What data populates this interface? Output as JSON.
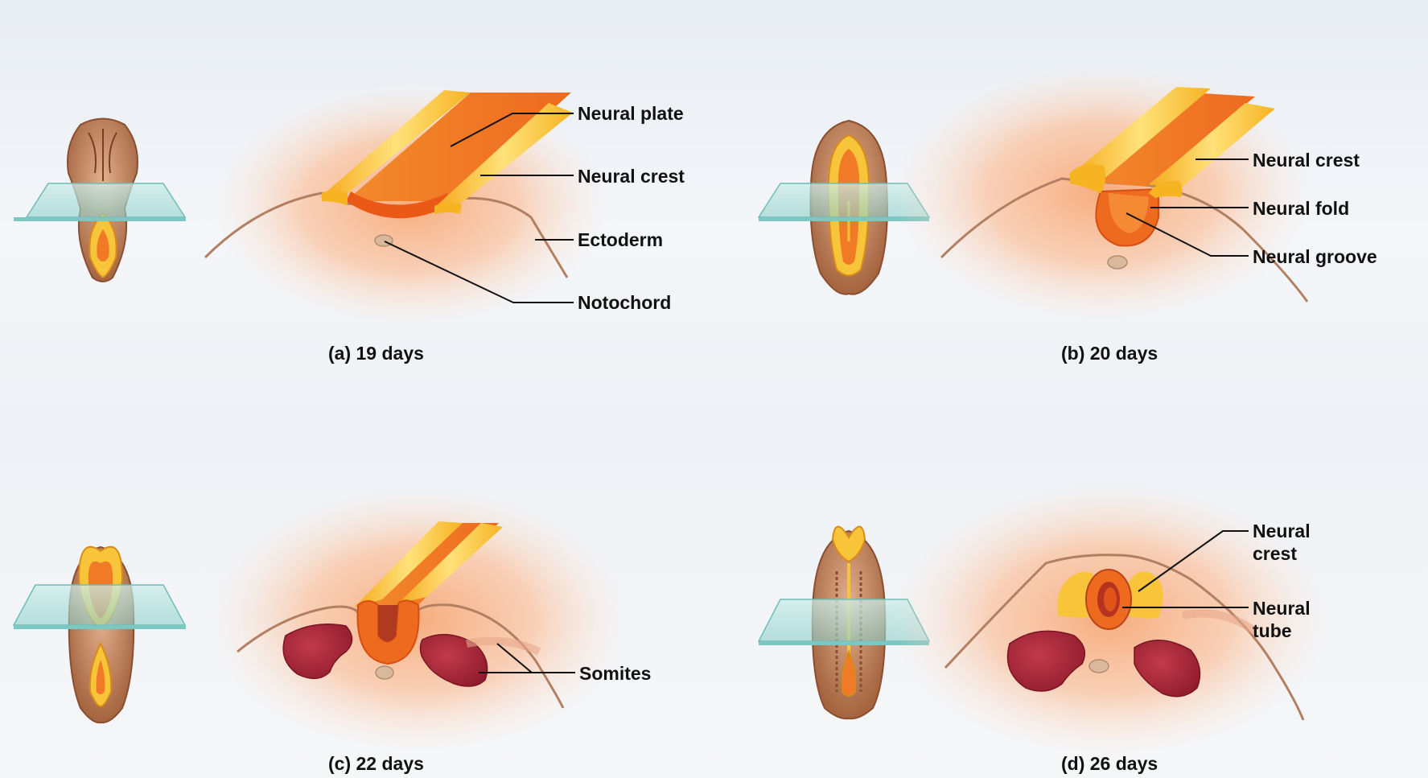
{
  "panels": [
    {
      "caption": "(a) 19 days",
      "labels": {
        "neural_plate": "Neural plate",
        "neural_crest": "Neural crest",
        "ectoderm": "Ectoderm",
        "notochord": "Notochord"
      }
    },
    {
      "caption": "(b) 20 days",
      "labels": {
        "neural_crest": "Neural crest",
        "neural_fold": "Neural fold",
        "neural_groove": "Neural groove"
      }
    },
    {
      "caption": "(c) 22 days",
      "labels": {
        "somites": "Somites"
      }
    },
    {
      "caption": "(d) 26 days",
      "labels": {
        "neural_crest_line1": "Neural",
        "neural_crest_line2": "crest",
        "neural_tube_line1": "Neural",
        "neural_tube_line2": "tube"
      }
    }
  ],
  "colors": {
    "background": "#eef1f5",
    "tissue_glow": "#f9b88d",
    "neural_plate": "#f07a26",
    "neural_crest": "#f8c02a",
    "somite": "#b0283c",
    "embryo_skin": "#c98a66",
    "glass": "#9fd8d4"
  }
}
